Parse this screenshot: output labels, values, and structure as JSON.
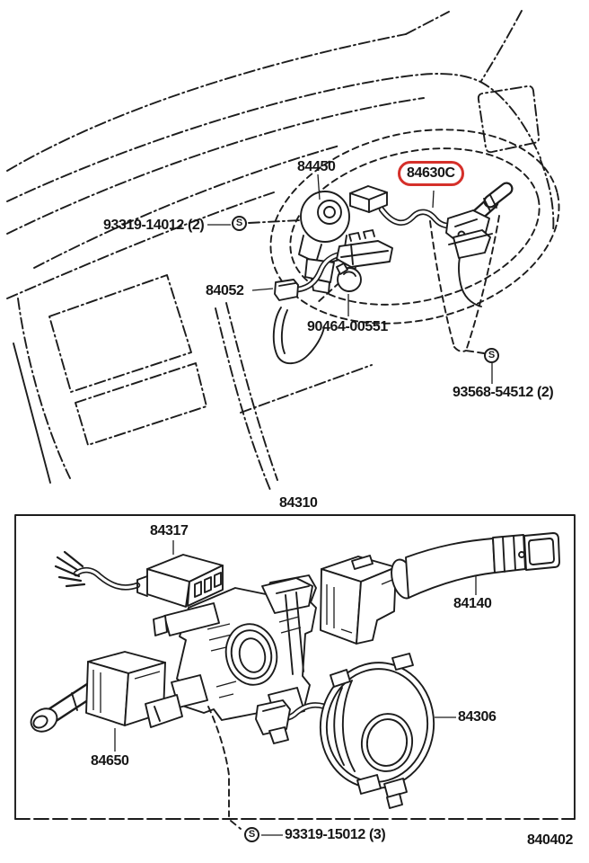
{
  "diagram": {
    "type": "exploded-parts-diagram",
    "subject": "steering column switch area",
    "background": "#ffffff",
    "line_color": "#1c1c1c",
    "highlight_color": "#d5302a",
    "highlighted_part": "84630C",
    "assembly_box_part": "84310",
    "page_code": "840402"
  },
  "labels": {
    "p84450": "84450",
    "p84630c": "84630C",
    "p93319_14012": "93319-14012 (2)",
    "p84052": "84052",
    "p90464_00551": "90464-00551",
    "p93568_54512": "93568-54512 (2)",
    "p84310": "84310",
    "p84317": "84317",
    "p84140": "84140",
    "p84650": "84650",
    "p84306": "84306",
    "p93319_15012": "93319-15012 (3)",
    "page_code": "840402",
    "screw_symbol": "S"
  },
  "parts": [
    {
      "number": "84450",
      "fastener": false,
      "highlighted": false
    },
    {
      "number": "84630C",
      "fastener": false,
      "highlighted": true
    },
    {
      "number": "93319-14012 (2)",
      "fastener": true,
      "highlighted": false
    },
    {
      "number": "84052",
      "fastener": false,
      "highlighted": false
    },
    {
      "number": "90464-00551",
      "fastener": false,
      "highlighted": false
    },
    {
      "number": "93568-54512 (2)",
      "fastener": true,
      "highlighted": false
    },
    {
      "number": "84310",
      "fastener": false,
      "highlighted": false
    },
    {
      "number": "84317",
      "fastener": false,
      "highlighted": false
    },
    {
      "number": "84140",
      "fastener": false,
      "highlighted": false
    },
    {
      "number": "84650",
      "fastener": false,
      "highlighted": false
    },
    {
      "number": "84306",
      "fastener": false,
      "highlighted": false
    },
    {
      "number": "93319-15012 (3)",
      "fastener": true,
      "highlighted": false
    }
  ]
}
